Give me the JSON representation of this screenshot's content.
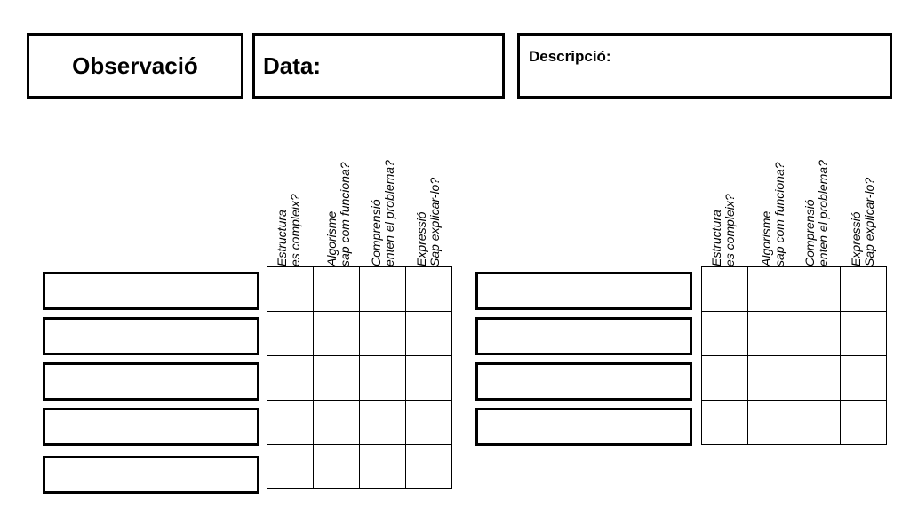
{
  "header": {
    "title": "Observació",
    "date_label": "Data:",
    "description_label": "Descripció:"
  },
  "columns": [
    {
      "line1": "Estructura",
      "line2": "es compleix?"
    },
    {
      "line1": "Algorisme",
      "line2": "sap com funciona?"
    },
    {
      "line1": "Comprensió",
      "line2": "enten el problema?"
    },
    {
      "line1": "Expressió",
      "line2": "Sap explicar-lo?"
    }
  ],
  "left_group": {
    "rows": 5
  },
  "right_group": {
    "rows": 4
  }
}
